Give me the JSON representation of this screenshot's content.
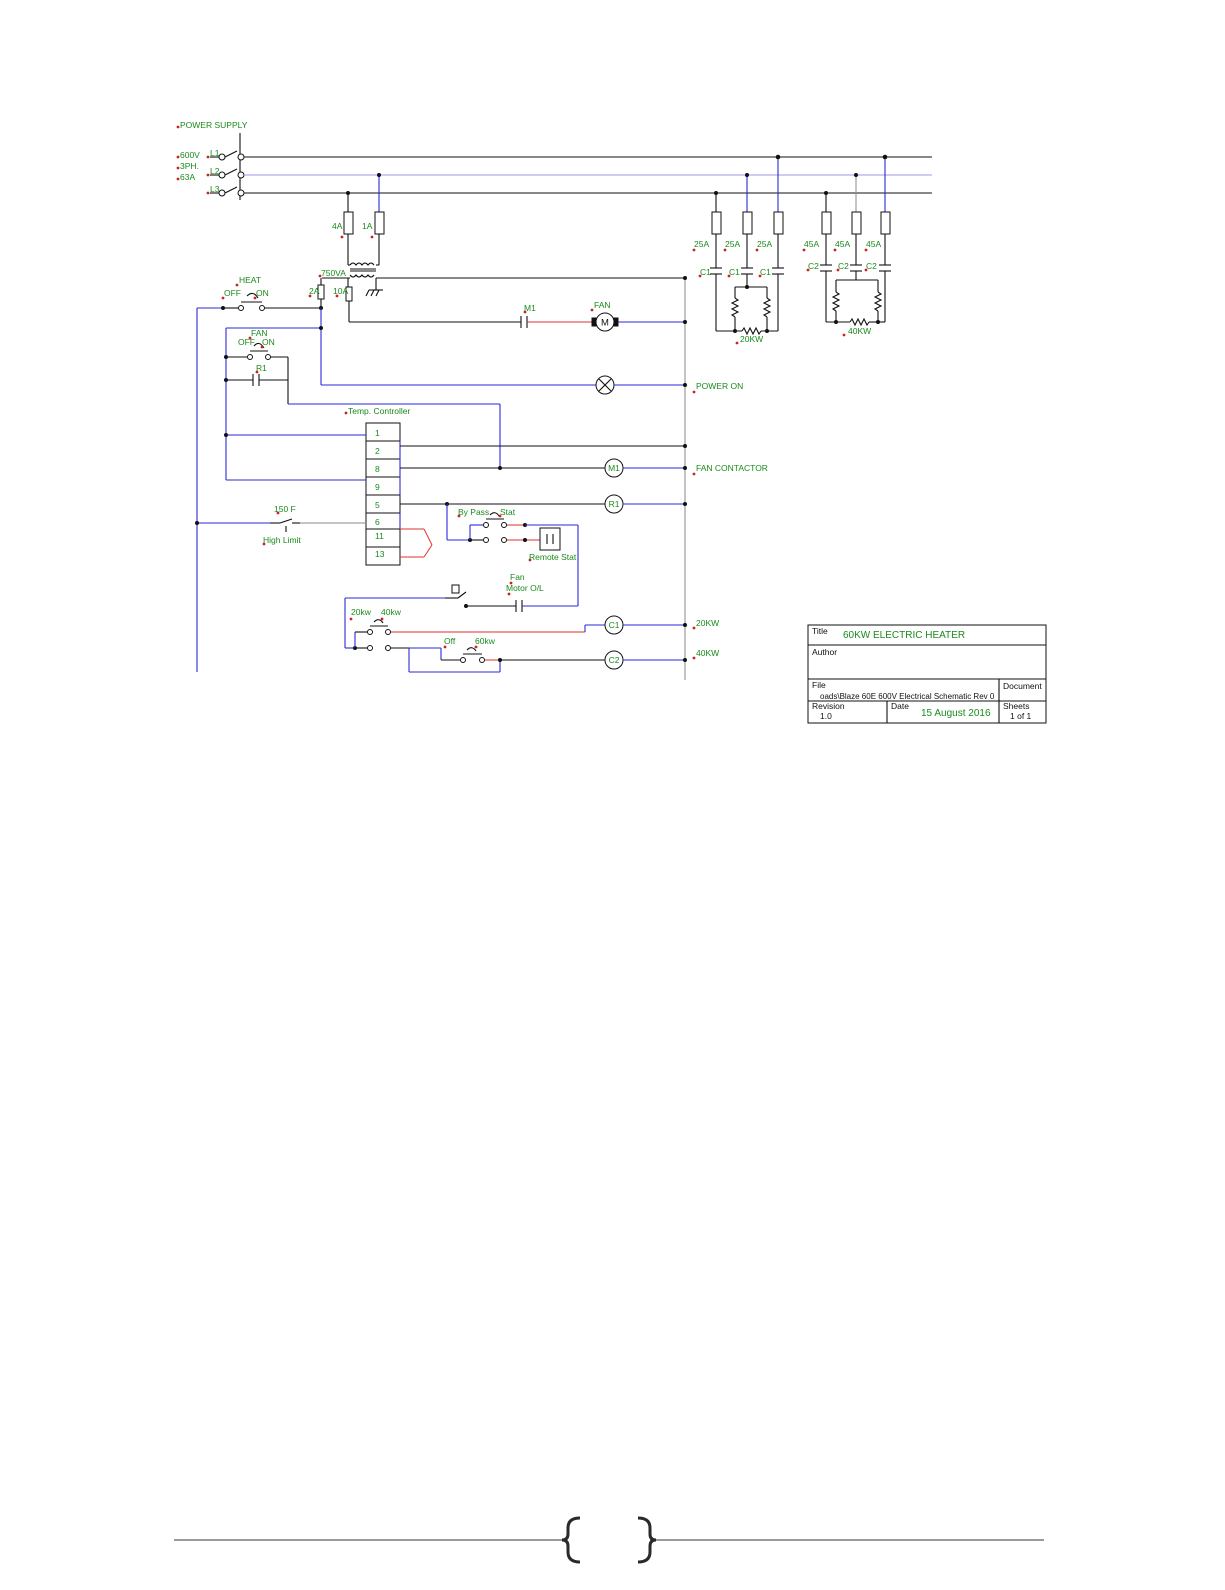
{
  "labels": {
    "power_supply": "POWER SUPPLY",
    "v600": "600V",
    "ph3": "3PH.",
    "a63": "63A",
    "l1": "L1",
    "l2": "L2",
    "l3": "L3",
    "f4a": "4A",
    "f1a": "1A",
    "xfmr": "750VA",
    "f2a": "2A",
    "f10a": "10A",
    "heat": "HEAT",
    "heat_off": "OFF",
    "heat_on": "ON",
    "fan_sw": "FAN",
    "fan_off": "OFF",
    "fan_on": "ON",
    "r1": "R1",
    "m1": "M1",
    "fan_motor": "FAN",
    "motor_m": "M",
    "power_on": "POWER ON",
    "temp_controller": "Temp. Controller",
    "term1": "1",
    "term2": "2",
    "term8": "8",
    "term9": "9",
    "term5": "5",
    "term6": "6",
    "term11": "11",
    "term13": "13",
    "m1_coil": "M1",
    "fan_contactor": "FAN CONTACTOR",
    "r1_coil": "R1",
    "hl_temp": "150 F",
    "high_limit": "High Limit",
    "bypass": "By Pass",
    "stat": "Stat",
    "remote_stat": "Remote Stat",
    "fan_ol1": "Fan",
    "fan_ol2": "Motor O/L",
    "sw20kw": "20kw",
    "sw40kw": "40kw",
    "off2": "Off",
    "sw60kw": "60kw",
    "c1_coil": "C1",
    "c2_coil": "C2",
    "kw20": "20KW",
    "kw40": "40KW",
    "fa25a": "25A",
    "fb25a": "25A",
    "fc25a": "25A",
    "fa45a": "45A",
    "fb45a": "45A",
    "fc45a": "45A",
    "c1a": "C1",
    "c1b": "C1",
    "c1c": "C1",
    "c2a": "C2",
    "c2b": "C2",
    "c2c": "C2",
    "heater20": "20KW",
    "heater40": "40KW"
  },
  "title_block": {
    "title_label": "Title",
    "title_value": "60KW ELECTRIC HEATER",
    "author_label": "Author",
    "file_label": "File",
    "file_value": "oads\\Blaze 60E 600V Electrical Schematic Rev 0",
    "document_label": "Document",
    "revision_label": "Revision",
    "revision_value": "1.0",
    "date_label": "Date",
    "date_value": "15 August 2016",
    "sheets_label": "Sheets",
    "sheets_value": "1 of 1"
  },
  "colors": {
    "wire_black": "#111111",
    "wire_blue": "#2a2ad8",
    "wire_red": "#e03030",
    "label_green": "#1a8a1a",
    "pin_red": "#cc2222"
  }
}
